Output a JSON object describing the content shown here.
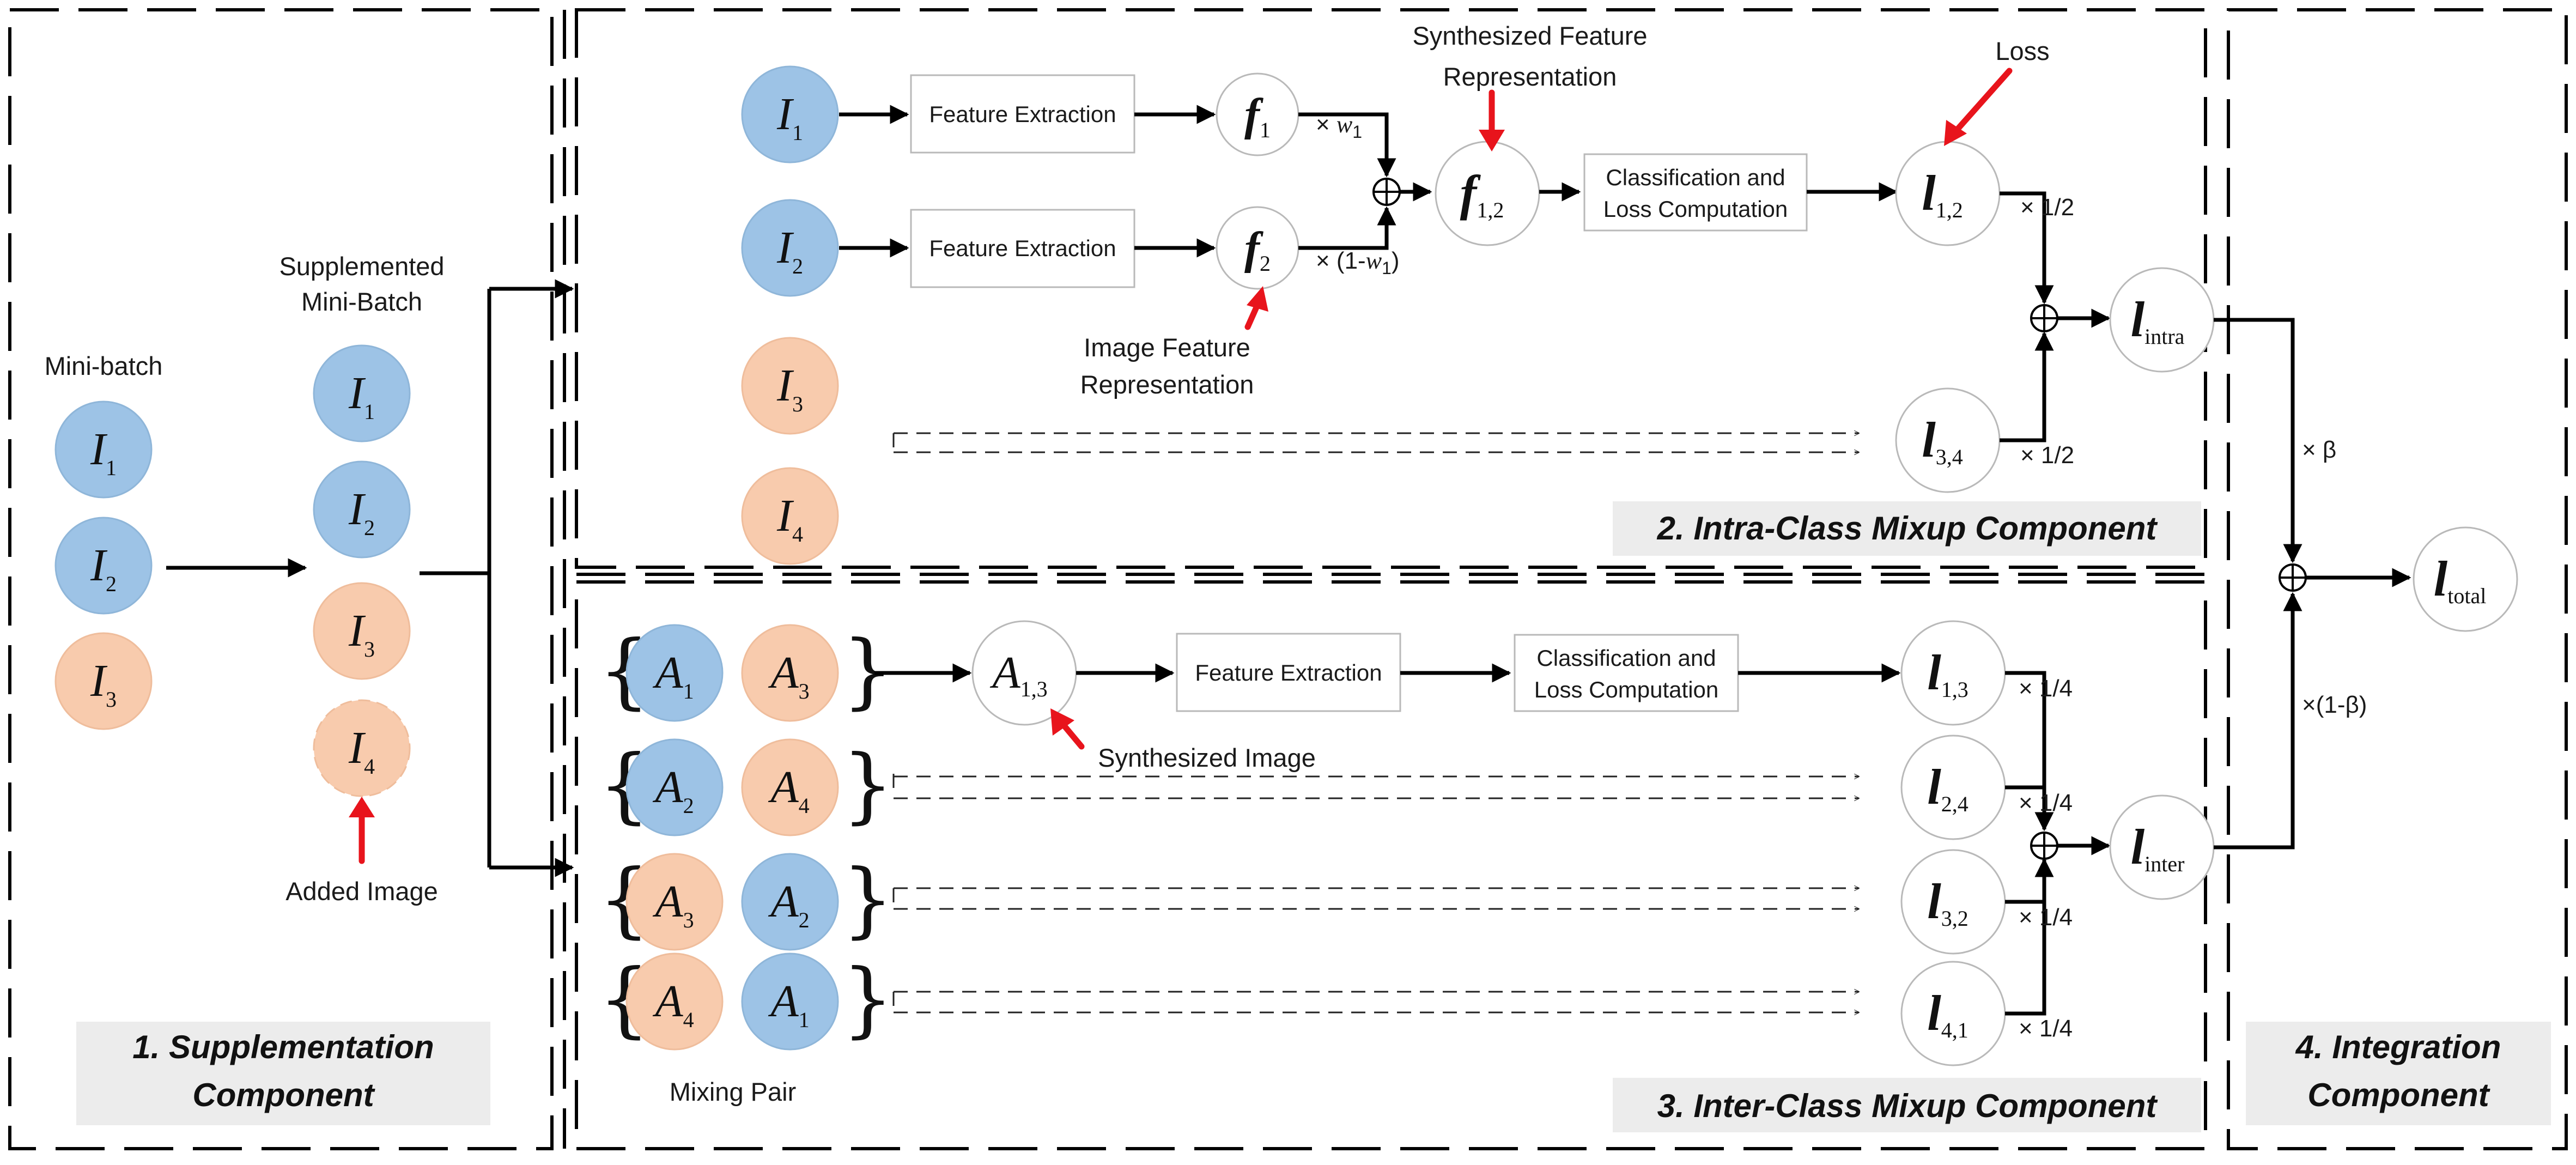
{
  "components": {
    "supplementation": [
      "1. Supplementation",
      "Component"
    ],
    "intra": "2. Intra-Class Mixup Component",
    "inter": "3. Inter-Class Mixup Component",
    "integration": [
      "4. Integration",
      "Component"
    ]
  },
  "supplementation": {
    "minibatch_label": "Mini-batch",
    "supplemented_label": [
      "Supplemented",
      "Mini-Batch"
    ],
    "added_image_label": "Added Image",
    "images": [
      {
        "sym": "I",
        "sub": "1"
      },
      {
        "sym": "I",
        "sub": "2"
      },
      {
        "sym": "I",
        "sub": "3"
      },
      {
        "sym": "I",
        "sub": "4"
      }
    ]
  },
  "intra": {
    "feature_extraction": "Feature Extraction",
    "classification": [
      "Classification and",
      "Loss Computation"
    ],
    "f1": {
      "sym": "f",
      "sub": "1"
    },
    "f2": {
      "sym": "f",
      "sub": "2"
    },
    "f12": {
      "sym": "f",
      "sub": "1,2"
    },
    "l12": {
      "sym": "l",
      "sub": "1,2"
    },
    "l34": {
      "sym": "l",
      "sub": "3,4"
    },
    "lintra": {
      "sym": "l",
      "sub": "intra"
    },
    "w1_prefix": "× ",
    "w1_sym": "w",
    "w1_sub": "1",
    "one_minus_w1_prefix": "× (1-",
    "one_minus_w1_suffix": ")",
    "half": "× 1/2",
    "synth_feature_label": [
      "Synthesized  Feature",
      "Representation"
    ],
    "image_feature_label": [
      "Image Feature",
      "Representation"
    ],
    "loss_label": "Loss"
  },
  "inter": {
    "pairs": [
      [
        {
          "sym": "A",
          "sub": "1",
          "color": "#9dc3e6"
        },
        {
          "sym": "A",
          "sub": "3",
          "color": "#f8cbad"
        }
      ],
      [
        {
          "sym": "A",
          "sub": "2",
          "color": "#9dc3e6"
        },
        {
          "sym": "A",
          "sub": "4",
          "color": "#f8cbad"
        }
      ],
      [
        {
          "sym": "A",
          "sub": "3",
          "color": "#f8cbad"
        },
        {
          "sym": "A",
          "sub": "2",
          "color": "#9dc3e6"
        }
      ],
      [
        {
          "sym": "A",
          "sub": "4",
          "color": "#f8cbad"
        },
        {
          "sym": "A",
          "sub": "1",
          "color": "#9dc3e6"
        }
      ]
    ],
    "a13": {
      "sym": "A",
      "sub": "1,3"
    },
    "feature_extraction": "Feature Extraction",
    "classification": [
      "Classification and",
      "Loss Computation"
    ],
    "losses": [
      {
        "sym": "l",
        "sub": "1,3"
      },
      {
        "sym": "l",
        "sub": "2,4"
      },
      {
        "sym": "l",
        "sub": "3,2"
      },
      {
        "sym": "l",
        "sub": "4,1"
      }
    ],
    "linter": {
      "sym": "l",
      "sub": "inter"
    },
    "quarter": "× 1/4",
    "synth_image_label": "Synthesized Image",
    "mixing_pair_label": "Mixing Pair"
  },
  "integration": {
    "beta": "× β",
    "one_minus_beta": "×(1-β)",
    "ltotal": {
      "sym": "l",
      "sub": "total"
    }
  },
  "colors": {
    "blue": "#9dc3e6",
    "orange": "#f8cbad",
    "red_arrow": "#e8141c",
    "title_background": "#ececec"
  }
}
